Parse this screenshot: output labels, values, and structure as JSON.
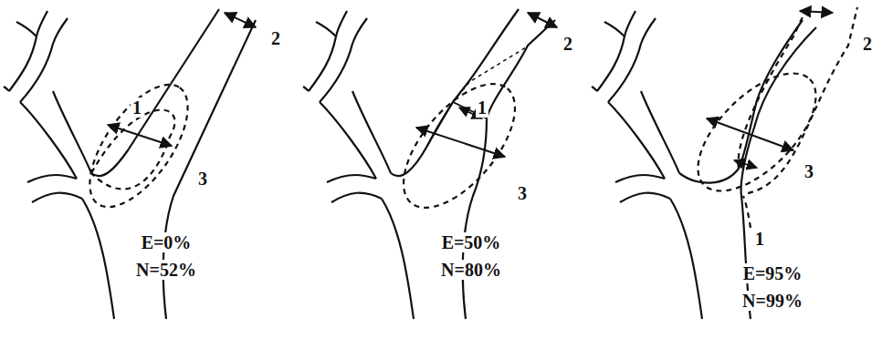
{
  "diagram": {
    "labels": [
      "2",
      "1",
      "3",
      "E=0%",
      "N=52%",
      "2",
      "1",
      "3",
      "E=50%",
      "N=80%",
      "2",
      "3",
      "1",
      "E=95%",
      "N=99%"
    ]
  }
}
